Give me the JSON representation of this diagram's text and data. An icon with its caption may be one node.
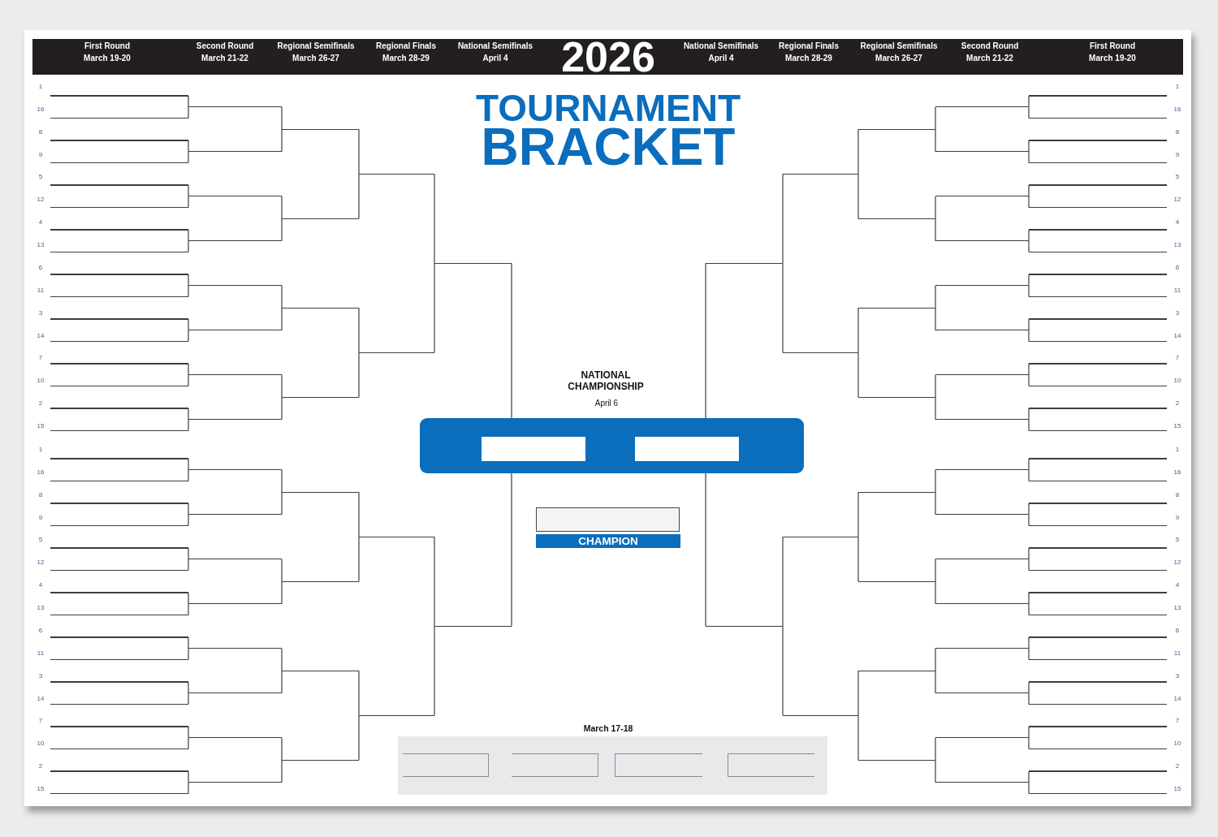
{
  "diagram": {
    "title": "TOURNAMENT BRACKET",
    "nodes": [
      {
        "text": [
          "First Round",
          "March 19-20",
          "Second Round",
          "March 21-22",
          "Regional Semifinals",
          "March 26-27",
          "Regional Finals",
          "March 28-29",
          "National Semifinals",
          "April 4",
          "2026",
          "National Semifinals",
          "April 4",
          "Regional Finals",
          "March 28-29",
          "Regional Semifinals",
          "March 26-27",
          "Second Round",
          "March 21-22",
          "First Round",
          "March 19-20"
        ]
      },
      {
        "text": [],
        "shape": "line",
        "beside": [
          "1"
        ]
      },
      {
        "text": [],
        "shape": "line",
        "beside": [
          "16"
        ]
      },
      {
        "text": [],
        "shape": "line",
        "beside": [
          "8"
        ]
      },
      {
        "text": [],
        "shape": "line",
        "beside": [
          "9"
        ]
      },
      {
        "text": [],
        "shape": "line",
        "beside": [
          "5"
        ]
      },
      {
        "text": [],
        "shape": "line",
        "beside": [
          "12"
        ]
      },
      {
        "text": [],
        "shape": "line",
        "beside": [
          "4"
        ]
      },
      {
        "text": [],
        "shape": "line",
        "beside": [
          "13"
        ]
      },
      {
        "text": [],
        "shape": "line",
        "beside": [
          "6"
        ]
      },
      {
        "text": [],
        "shape": "line",
        "beside": [
          "11"
        ]
      },
      {
        "text": [],
        "shape": "line",
        "beside": [
          "3"
        ]
      },
      {
        "text": [],
        "shape": "line",
        "beside": [
          "14"
        ]
      },
      {
        "text": [],
        "shape": "line",
        "beside": [
          "7"
        ]
      },
      {
        "text": [],
        "shape": "line",
        "beside": [
          "10"
        ]
      },
      {
        "text": [],
        "shape": "line",
        "beside": [
          "2"
        ]
      },
      {
        "text": [],
        "shape": "line",
        "beside": [
          "15"
        ]
      },
      {
        "text": [],
        "shape": "line",
        "beside": [
          "1"
        ]
      },
      {
        "text": [],
        "shape": "line",
        "beside": [
          "16"
        ]
      },
      {
        "text": [],
        "shape": "line",
        "beside": [
          "8"
        ]
      },
      {
        "text": [],
        "shape": "line",
        "beside": [
          "9"
        ]
      },
      {
        "text": [],
        "shape": "line",
        "beside": [
          "5"
        ]
      },
      {
        "text": [],
        "shape": "line",
        "beside": [
          "12"
        ]
      },
      {
        "text": [],
        "shape": "line",
        "beside": [
          "4"
        ]
      },
      {
        "text": [],
        "shape": "line",
        "beside": [
          "13"
        ]
      },
      {
        "text": [],
        "shape": "line",
        "beside": [
          "6"
        ]
      },
      {
        "text": [],
        "shape": "line",
        "beside": [
          "11"
        ]
      },
      {
        "text": [],
        "shape": "line",
        "beside": [
          "3"
        ]
      },
      {
        "text": [],
        "shape": "line",
        "beside": [
          "14"
        ]
      },
      {
        "text": [],
        "shape": "line",
        "beside": [
          "7"
        ]
      },
      {
        "text": [],
        "shape": "line",
        "beside": [
          "10"
        ]
      },
      {
        "text": [],
        "shape": "line",
        "beside": [
          "2"
        ]
      },
      {
        "text": [],
        "shape": "line",
        "beside": [
          "15"
        ]
      },
      {
        "text": [],
        "shape": "line"
      },
      {
        "text": [],
        "shape": "line"
      },
      {
        "text": [],
        "shape": "line"
      },
      {
        "text": [],
        "shape": "line"
      },
      {
        "text": [],
        "shape": "line"
      },
      {
        "text": [],
        "shape": "line"
      },
      {
        "text": [],
        "shape": "line"
      },
      {
        "text": [],
        "shape": "line"
      },
      {
        "text": [],
        "shape": "line"
      },
      {
        "text": [],
        "shape": "line"
      },
      {
        "text": [],
        "shape": "line"
      },
      {
        "text": [],
        "shape": "line"
      },
      {
        "text": [],
        "shape": "line"
      },
      {
        "text": [],
        "shape": "line"
      },
      {
        "text": [],
        "shape": "line"
      },
      {
        "text": [],
        "shape": "line"
      },
      {
        "text": [],
        "shape": "line"
      },
      {
        "text": [],
        "shape": "line"
      },
      {
        "text": [],
        "shape": "line"
      },
      {
        "text": [],
        "shape": "line"
      },
      {
        "text": [],
        "shape": "line"
      },
      {
        "text": [],
        "shape": "line"
      },
      {
        "text": [],
        "shape": "line"
      },
      {
        "text": [],
        "shape": "line"
      },
      {
        "text": [],
        "shape": "line"
      },
      {
        "text": [],
        "shape": "line"
      },
      {
        "text": [],
        "shape": "line"
      },
      {
        "text": [],
        "shape": "line"
      },
      {
        "text": [],
        "shape": "line"
      },
      {
        "text": [],
        "shape": "line"
      },
      {
        "text": [],
        "shape": "bar"
      },
      {
        "text": [],
        "shape": "box",
        "in": 63
      },
      {
        "text": [],
        "shape": "box",
        "in": 63
      },
      {
        "text": [],
        "shape": "box"
      },
      {
        "text": [
          "CHAMPION"
        ]
      },
      {
        "text": [],
        "shape": "line"
      },
      {
        "text": [],
        "shape": "line"
      },
      {
        "text": [],
        "shape": "line"
      },
      {
        "text": [],
        "shape": "line"
      },
      {
        "text": [],
        "shape": "line"
      },
      {
        "text": [],
        "shape": "line"
      },
      {
        "text": [],
        "shape": "line"
      },
      {
        "text": [],
        "shape": "line"
      },
      {
        "text": [],
        "shape": "line"
      },
      {
        "text": [],
        "shape": "line"
      },
      {
        "text": [],
        "shape": "line"
      },
      {
        "text": [],
        "shape": "line"
      },
      {
        "text": [],
        "shape": "line"
      },
      {
        "text": [],
        "shape": "line"
      },
      {
        "text": [],
        "shape": "line"
      },
      {
        "text": [],
        "shape": "line"
      },
      {
        "text": [],
        "shape": "line"
      },
      {
        "text": [],
        "shape": "line"
      },
      {
        "text": [],
        "shape": "line"
      },
      {
        "text": [],
        "shape": "line"
      },
      {
        "text": [],
        "shape": "line"
      },
      {
        "text": [],
        "shape": "line"
      },
      {
        "text": [],
        "shape": "line"
      },
      {
        "text": [],
        "shape": "line"
      },
      {
        "text": [],
        "shape": "line"
      },
      {
        "text": [],
        "shape": "line"
      },
      {
        "text": [],
        "shape": "line"
      },
      {
        "text": [],
        "shape": "line"
      },
      {
        "text": [],
        "shape": "line"
      },
      {
        "text": [],
        "shape": "line"
      },
      {
        "text": [],
        "shape": "line",
        "beside": [
          "1"
        ]
      },
      {
        "text": [],
        "shape": "line",
        "beside": [
          "16"
        ]
      },
      {
        "text": [],
        "shape": "line",
        "beside": [
          "8"
        ]
      },
      {
        "text": [],
        "shape": "line",
        "beside": [
          "9"
        ]
      },
      {
        "text": [],
        "shape": "line",
        "beside": [
          "5"
        ]
      },
      {
        "text": [],
        "shape": "line",
        "beside": [
          "12"
        ]
      },
      {
        "text": [],
        "shape": "line",
        "beside": [
          "4"
        ]
      },
      {
        "text": [],
        "shape": "line",
        "beside": [
          "13"
        ]
      },
      {
        "text": [],
        "shape": "line",
        "beside": [
          "6"
        ]
      },
      {
        "text": [],
        "shape": "line",
        "beside": [
          "11"
        ]
      },
      {
        "text": [],
        "shape": "line",
        "beside": [
          "3"
        ]
      },
      {
        "text": [],
        "shape": "line",
        "beside": [
          "14"
        ]
      },
      {
        "text": [],
        "shape": "line",
        "beside": [
          "7"
        ]
      },
      {
        "text": [],
        "shape": "line",
        "beside": [
          "10"
        ]
      },
      {
        "text": [],
        "shape": "line",
        "beside": [
          "2"
        ]
      },
      {
        "text": [],
        "shape": "line",
        "beside": [
          "15"
        ]
      },
      {
        "text": [],
        "shape": "line",
        "beside": [
          "1"
        ]
      },
      {
        "text": [],
        "shape": "line",
        "beside": [
          "16"
        ]
      },
      {
        "text": [],
        "shape": "line",
        "beside": [
          "8"
        ]
      },
      {
        "text": [],
        "shape": "line",
        "beside": [
          "9"
        ]
      },
      {
        "text": [],
        "shape": "line",
        "beside": [
          "5"
        ]
      },
      {
        "text": [],
        "shape": "line",
        "beside": [
          "12"
        ]
      },
      {
        "text": [],
        "shape": "line",
        "beside": [
          "4"
        ]
      },
      {
        "text": [],
        "shape": "line",
        "beside": [
          "13"
        ]
      },
      {
        "text": [],
        "shape": "line",
        "beside": [
          "6"
        ]
      },
      {
        "text": [],
        "shape": "line",
        "beside": [
          "11"
        ]
      },
      {
        "text": [],
        "shape": "line",
        "beside": [
          "3"
        ]
      },
      {
        "text": [],
        "shape": "line",
        "beside": [
          "14"
        ]
      },
      {
        "text": [],
        "shape": "line",
        "beside": [
          "7"
        ]
      },
      {
        "text": [],
        "shape": "line",
        "beside": [
          "10"
        ]
      },
      {
        "text": [],
        "shape": "line",
        "beside": [
          "2"
        ]
      },
      {
        "text": [],
        "shape": "line",
        "beside": [
          "15"
        ]
      },
      {
        "text": [
          "March 17-18"
        ]
      },
      {
        "text": [],
        "shape": "box",
        "in": 130
      },
      {
        "text": [],
        "shape": "box",
        "in": 130
      },
      {
        "text": [],
        "shape": "box",
        "in": 130
      },
      {
        "text": [],
        "shape": "box",
        "in": 130
      }
    ],
    "edges": [
      {
        "from": 1,
        "to": 33,
        "arrow": "none"
      },
      {
        "from": 2,
        "to": 33,
        "arrow": "none"
      },
      {
        "from": 3,
        "to": 34,
        "arrow": "none"
      },
      {
        "from": 4,
        "to": 34,
        "arrow": "none"
      },
      {
        "from": 5,
        "to": 35,
        "arrow": "none"
      },
      {
        "from": 6,
        "to": 35,
        "arrow": "none"
      },
      {
        "from": 7,
        "to": 36,
        "arrow": "none"
      },
      {
        "from": 8,
        "to": 36,
        "arrow": "none"
      },
      {
        "from": 9,
        "to": 37,
        "arrow": "none"
      },
      {
        "from": 10,
        "to": 37,
        "arrow": "none"
      },
      {
        "from": 11,
        "to": 38,
        "arrow": "none"
      },
      {
        "from": 12,
        "to": 38,
        "arrow": "none"
      },
      {
        "from": 13,
        "to": 39,
        "arrow": "none"
      },
      {
        "from": 14,
        "to": 39,
        "arrow": "none"
      },
      {
        "from": 15,
        "to": 40,
        "arrow": "none"
      },
      {
        "from": 16,
        "to": 40,
        "arrow": "none"
      },
      {
        "from": 17,
        "to": 41,
        "arrow": "none"
      },
      {
        "from": 18,
        "to": 41,
        "arrow": "none"
      },
      {
        "from": 19,
        "to": 42,
        "arrow": "none"
      },
      {
        "from": 20,
        "to": 42,
        "arrow": "none"
      },
      {
        "from": 21,
        "to": 43,
        "arrow": "none"
      },
      {
        "from": 22,
        "to": 43,
        "arrow": "none"
      },
      {
        "from": 23,
        "to": 44,
        "arrow": "none"
      },
      {
        "from": 24,
        "to": 44,
        "arrow": "none"
      },
      {
        "from": 25,
        "to": 45,
        "arrow": "none"
      },
      {
        "from": 26,
        "to": 45,
        "arrow": "none"
      },
      {
        "from": 27,
        "to": 46,
        "arrow": "none"
      },
      {
        "from": 28,
        "to": 46,
        "arrow": "none"
      },
      {
        "from": 29,
        "to": 47,
        "arrow": "none"
      },
      {
        "from": 30,
        "to": 47,
        "arrow": "none"
      },
      {
        "from": 31,
        "to": 48,
        "arrow": "none"
      },
      {
        "from": 32,
        "to": 48,
        "arrow": "none"
      },
      {
        "from": 33,
        "to": 49,
        "arrow": "none"
      },
      {
        "from": 34,
        "to": 49,
        "arrow": "none"
      },
      {
        "from": 35,
        "to": 50,
        "arrow": "none"
      },
      {
        "from": 36,
        "to": 50,
        "arrow": "none"
      },
      {
        "from": 37,
        "to": 51,
        "arrow": "none"
      },
      {
        "from": 38,
        "to": 51,
        "arrow": "none"
      },
      {
        "from": 39,
        "to": 52,
        "arrow": "none"
      },
      {
        "from": 40,
        "to": 52,
        "arrow": "none"
      },
      {
        "from": 41,
        "to": 53,
        "arrow": "none"
      },
      {
        "from": 42,
        "to": 53,
        "arrow": "none"
      },
      {
        "from": 43,
        "to": 54,
        "arrow": "none"
      },
      {
        "from": 44,
        "to": 54,
        "arrow": "none"
      },
      {
        "from": 45,
        "to": 55,
        "arrow": "none"
      },
      {
        "from": 46,
        "to": 55,
        "arrow": "none"
      },
      {
        "from": 47,
        "to": 56,
        "arrow": "none"
      },
      {
        "from": 48,
        "to": 56,
        "arrow": "none"
      },
      {
        "from": 49,
        "to": 57,
        "arrow": "none"
      },
      {
        "from": 50,
        "to": 57,
        "arrow": "none"
      },
      {
        "from": 51,
        "to": 58,
        "arrow": "none"
      },
      {
        "from": 52,
        "to": 58,
        "arrow": "none"
      },
      {
        "from": 53,
        "to": 59,
        "arrow": "none"
      },
      {
        "from": 54,
        "to": 59,
        "arrow": "none"
      },
      {
        "from": 55,
        "to": 60,
        "arrow": "none"
      },
      {
        "from": 56,
        "to": 60,
        "arrow": "none"
      },
      {
        "from": 57,
        "to": 61,
        "arrow": "none"
      },
      {
        "from": 58,
        "to": 61,
        "arrow": "none"
      },
      {
        "from": 59,
        "to": 62,
        "arrow": "none"
      },
      {
        "from": 60,
        "to": 62,
        "arrow": "none"
      },
      {
        "from": 61,
        "to": 63,
        "arrow": "none"
      },
      {
        "from": 62,
        "to": 63,
        "arrow": "none"
      },
      {
        "from": 68,
        "to": 63,
        "arrow": "none"
      },
      {
        "from": 69,
        "to": 63,
        "arrow": "none"
      },
      {
        "from": 70,
        "to": 68,
        "arrow": "none"
      },
      {
        "from": 71,
        "to": 68,
        "arrow": "none"
      },
      {
        "from": 72,
        "to": 69,
        "arrow": "none"
      },
      {
        "from": 73,
        "to": 69,
        "arrow": "none"
      },
      {
        "from": 74,
        "to": 70,
        "arrow": "none"
      },
      {
        "from": 75,
        "to": 70,
        "arrow": "none"
      },
      {
        "from": 76,
        "to": 71,
        "arrow": "none"
      },
      {
        "from": 77,
        "to": 71,
        "arrow": "none"
      },
      {
        "from": 78,
        "to": 72,
        "arrow": "none"
      },
      {
        "from": 79,
        "to": 72,
        "arrow": "none"
      },
      {
        "from": 80,
        "to": 73,
        "arrow": "none"
      },
      {
        "from": 81,
        "to": 73,
        "arrow": "none"
      },
      {
        "from": 82,
        "to": 74,
        "arrow": "none"
      },
      {
        "from": 83,
        "to": 74,
        "arrow": "none"
      },
      {
        "from": 84,
        "to": 75,
        "arrow": "none"
      },
      {
        "from": 85,
        "to": 75,
        "arrow": "none"
      },
      {
        "from": 86,
        "to": 76,
        "arrow": "none"
      },
      {
        "from": 87,
        "to": 76,
        "arrow": "none"
      },
      {
        "from": 88,
        "to": 77,
        "arrow": "none"
      },
      {
        "from": 89,
        "to": 77,
        "arrow": "none"
      },
      {
        "from": 90,
        "to": 78,
        "arrow": "none"
      },
      {
        "from": 91,
        "to": 78,
        "arrow": "none"
      },
      {
        "from": 92,
        "to": 79,
        "arrow": "none"
      },
      {
        "from": 93,
        "to": 79,
        "arrow": "none"
      },
      {
        "from": 94,
        "to": 80,
        "arrow": "none"
      },
      {
        "from": 95,
        "to": 80,
        "arrow": "none"
      },
      {
        "from": 96,
        "to": 81,
        "arrow": "none"
      },
      {
        "from": 97,
        "to": 81,
        "arrow": "none"
      },
      {
        "from": 98,
        "to": 82,
        "arrow": "none"
      },
      {
        "from": 99,
        "to": 82,
        "arrow": "none"
      },
      {
        "from": 100,
        "to": 83,
        "arrow": "none"
      },
      {
        "from": 101,
        "to": 83,
        "arrow": "none"
      },
      {
        "from": 102,
        "to": 84,
        "arrow": "none"
      },
      {
        "from": 103,
        "to": 84,
        "arrow": "none"
      },
      {
        "from": 104,
        "to": 85,
        "arrow": "none"
      },
      {
        "from": 105,
        "to": 85,
        "arrow": "none"
      },
      {
        "from": 106,
        "to": 86,
        "arrow": "none"
      },
      {
        "from": 107,
        "to": 86,
        "arrow": "none"
      },
      {
        "from": 108,
        "to": 87,
        "arrow": "none"
      },
      {
        "from": 109,
        "to": 87,
        "arrow": "none"
      },
      {
        "from": 110,
        "to": 88,
        "arrow": "none"
      },
      {
        "from": 111,
        "to": 88,
        "arrow": "none"
      },
      {
        "from": 112,
        "to": 89,
        "arrow": "none"
      },
      {
        "from": 113,
        "to": 89,
        "arrow": "none"
      },
      {
        "from": 114,
        "to": 90,
        "arrow": "none"
      },
      {
        "from": 115,
        "to": 90,
        "arrow": "none"
      },
      {
        "from": 116,
        "to": 91,
        "arrow": "none"
      },
      {
        "from": 117,
        "to": 91,
        "arrow": "none"
      },
      {
        "from": 118,
        "to": 92,
        "arrow": "none"
      },
      {
        "from": 119,
        "to": 92,
        "arrow": "none"
      },
      {
        "from": 120,
        "to": 93,
        "arrow": "none"
      },
      {
        "from": 121,
        "to": 93,
        "arrow": "none"
      },
      {
        "from": 122,
        "to": 94,
        "arrow": "none"
      },
      {
        "from": 123,
        "to": 94,
        "arrow": "none"
      },
      {
        "from": 124,
        "to": 95,
        "arrow": "none"
      },
      {
        "from": 125,
        "to": 95,
        "arrow": "none"
      },
      {
        "from": 126,
        "to": 96,
        "arrow": "none"
      },
      {
        "from": 127,
        "to": 96,
        "arrow": "none"
      },
      {
        "from": 128,
        "to": 97,
        "arrow": "none"
      },
      {
        "from": 129,
        "to": 97,
        "arrow": "none"
      }
    ],
    "labels": [
      "NATIONAL CHAMPIONSHIP",
      "April 6"
    ]
  }
}
